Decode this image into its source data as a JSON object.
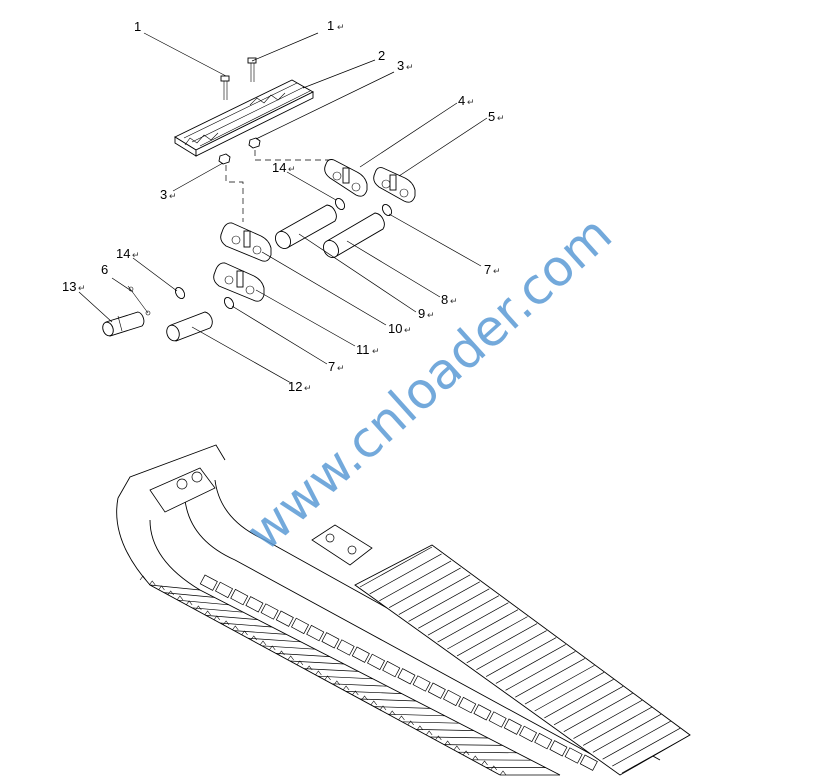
{
  "diagram": {
    "callouts": [
      {
        "id": "c1a",
        "text": "1"
      },
      {
        "id": "c1b",
        "text": "1"
      },
      {
        "id": "c2",
        "text": "2"
      },
      {
        "id": "c3a",
        "text": "3"
      },
      {
        "id": "c3b",
        "text": "3"
      },
      {
        "id": "c4",
        "text": "4"
      },
      {
        "id": "c5",
        "text": "5"
      },
      {
        "id": "c14a",
        "text": "14"
      },
      {
        "id": "c6",
        "text": "6"
      },
      {
        "id": "c14b",
        "text": "14"
      },
      {
        "id": "c13",
        "text": "13"
      },
      {
        "id": "c7a",
        "text": "7"
      },
      {
        "id": "c8",
        "text": "8"
      },
      {
        "id": "c9",
        "text": "9"
      },
      {
        "id": "c10",
        "text": "10"
      },
      {
        "id": "c11",
        "text": "11"
      },
      {
        "id": "c7b",
        "text": "7"
      },
      {
        "id": "c12",
        "text": "12"
      }
    ],
    "return_mark": "↵",
    "watermark": "www.cnloader.com",
    "colors": {
      "watermark": "#5b9bd5",
      "line": "#000000",
      "background": "#ffffff"
    }
  }
}
